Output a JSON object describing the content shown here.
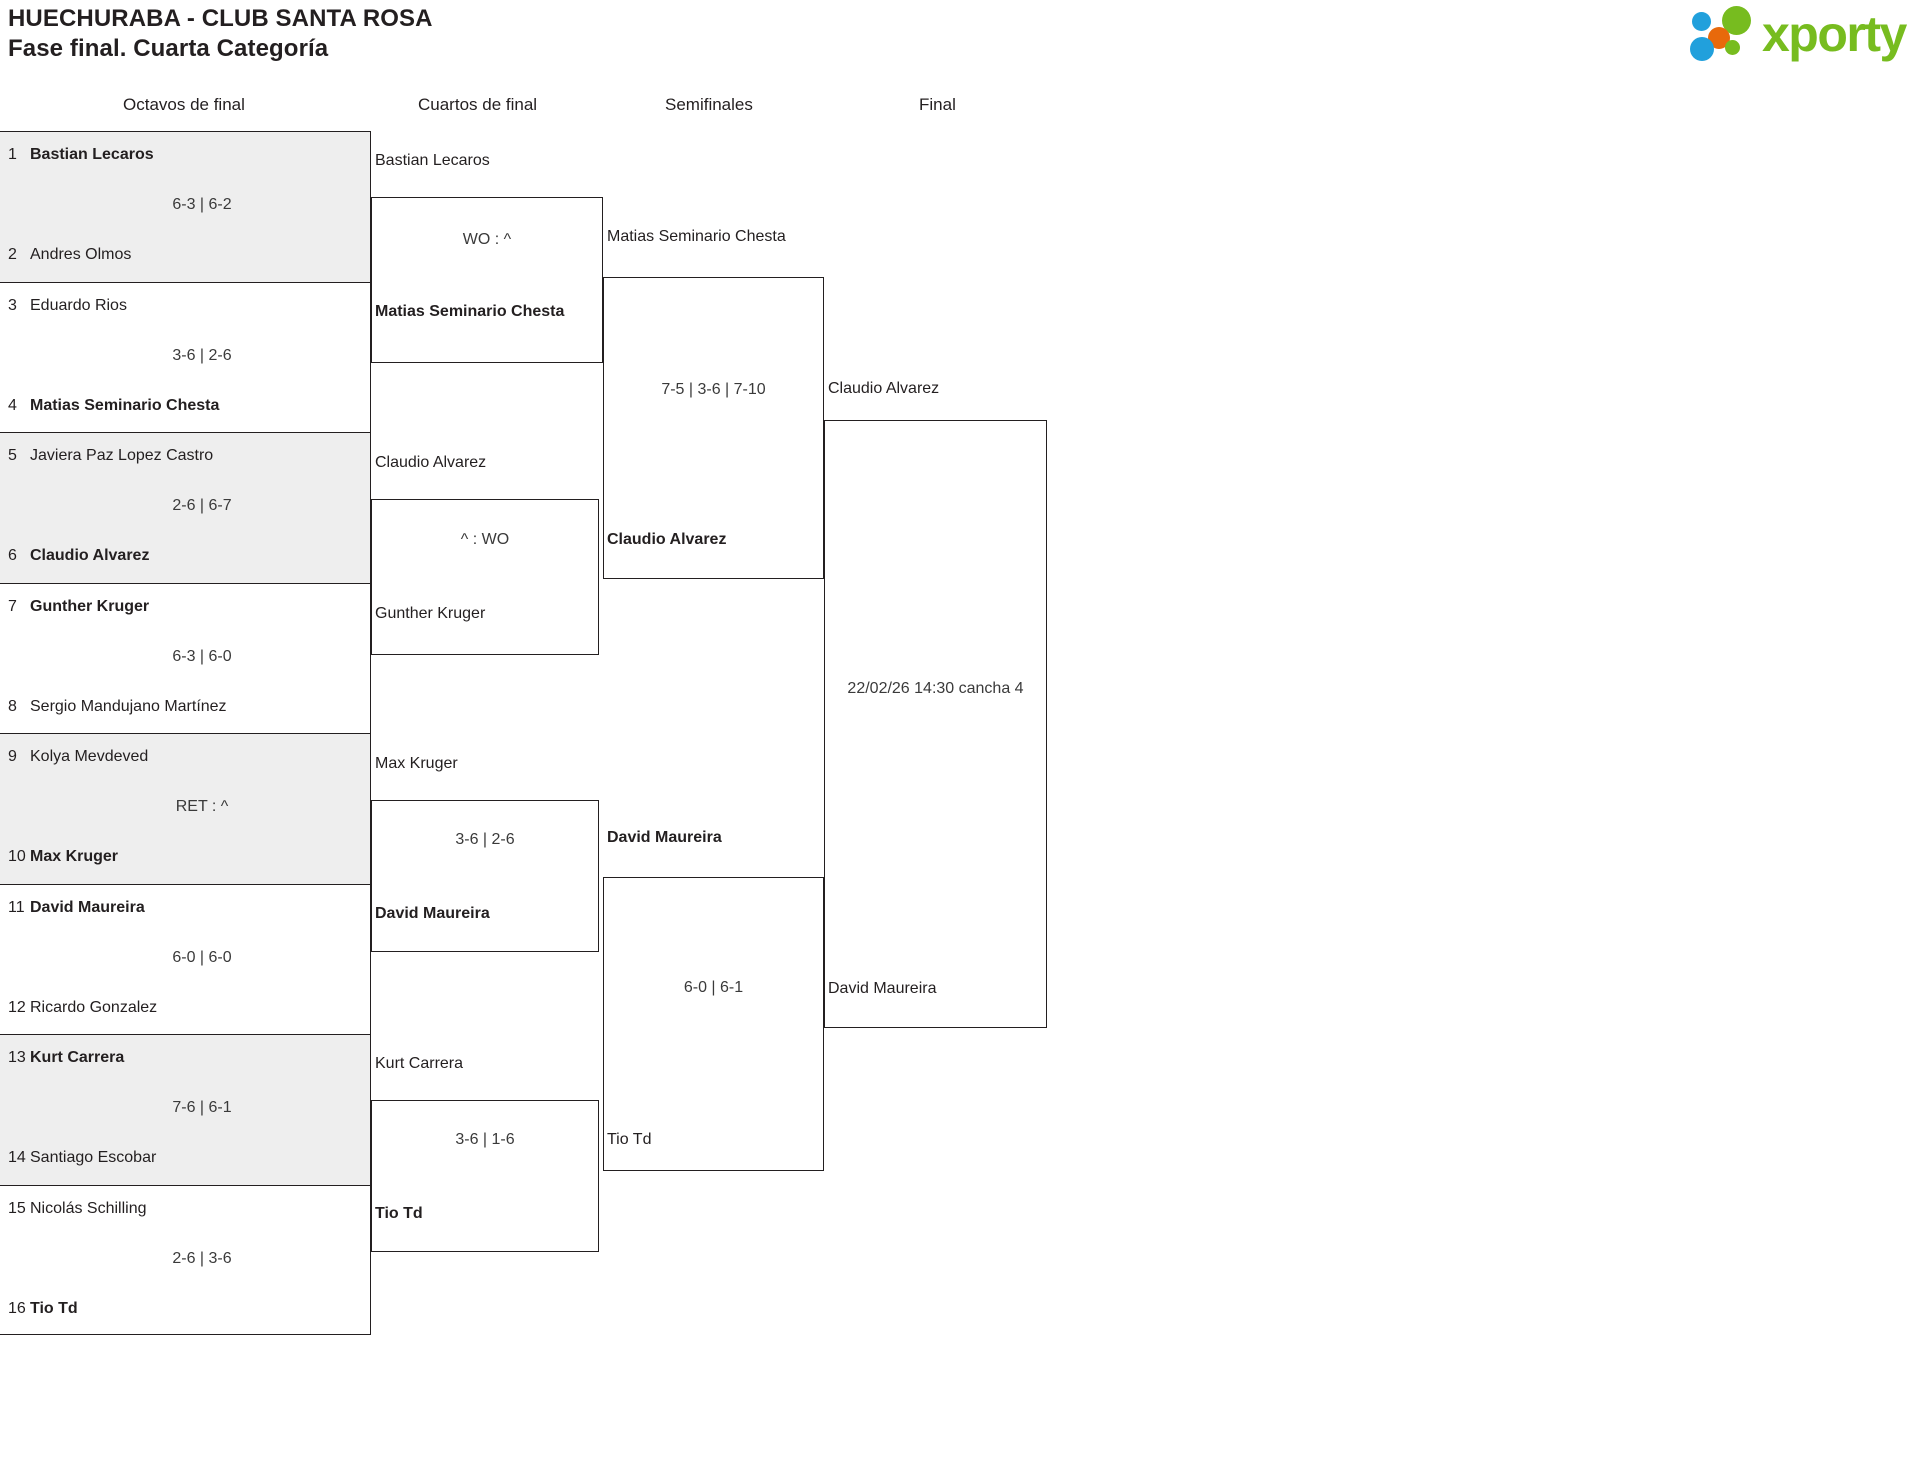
{
  "header": {
    "title_line1": "HUECHURABA - CLUB SANTA ROSA",
    "title_line2": "Fase final. Cuarta Categoría",
    "logo_word": "xporty",
    "logo_colors": {
      "blue": "#21a0dc",
      "orange": "#e8690b",
      "green": "#77bc1f"
    }
  },
  "rounds": [
    {
      "label": "Octavos de final"
    },
    {
      "label": "Cuartos de final"
    },
    {
      "label": "Semifinales"
    },
    {
      "label": "Final"
    }
  ],
  "round1": [
    {
      "seed_top": "1",
      "top": "Bastian Lecaros",
      "top_winner": true,
      "seed_bottom": "2",
      "bottom": "Andres Olmos",
      "bottom_winner": false,
      "score": "6-3 | 6-2",
      "shaded": true
    },
    {
      "seed_top": "3",
      "top": "Eduardo Rios",
      "top_winner": false,
      "seed_bottom": "4",
      "bottom": "Matias Seminario Chesta",
      "bottom_winner": true,
      "score": "3-6 | 2-6",
      "shaded": false
    },
    {
      "seed_top": "5",
      "top": "Javiera Paz Lopez Castro",
      "top_winner": false,
      "seed_bottom": "6",
      "bottom": "Claudio Alvarez",
      "bottom_winner": true,
      "score": "2-6 | 6-7",
      "shaded": true
    },
    {
      "seed_top": "7",
      "top": "Gunther Kruger",
      "top_winner": true,
      "seed_bottom": "8",
      "bottom": "Sergio Mandujano Martínez",
      "bottom_winner": false,
      "score": "6-3 | 6-0",
      "shaded": false
    },
    {
      "seed_top": "9",
      "top": "Kolya Mevdeved",
      "top_winner": false,
      "seed_bottom": "10",
      "bottom": "Max Kruger",
      "bottom_winner": true,
      "score": "RET : ^",
      "shaded": true
    },
    {
      "seed_top": "11",
      "top": "David Maureira",
      "top_winner": true,
      "seed_bottom": "12",
      "bottom": "Ricardo Gonzalez",
      "bottom_winner": false,
      "score": "6-0 | 6-0",
      "shaded": false
    },
    {
      "seed_top": "13",
      "top": "Kurt Carrera",
      "top_winner": true,
      "seed_bottom": "14",
      "bottom": "Santiago Escobar",
      "bottom_winner": false,
      "score": "7-6 | 6-1",
      "shaded": true
    },
    {
      "seed_top": "15",
      "top": "Nicolás Schilling",
      "top_winner": false,
      "seed_bottom": "16",
      "bottom": "Tio Td",
      "bottom_winner": true,
      "score": "2-6 | 3-6",
      "shaded": false
    }
  ],
  "round2": [
    {
      "top": "Bastian Lecaros",
      "top_winner": false,
      "bottom": "Matias Seminario Chesta",
      "bottom_winner": true,
      "score": "WO : ^"
    },
    {
      "top": "Claudio Alvarez",
      "top_winner": false,
      "bottom": "Gunther Kruger",
      "bottom_winner": false,
      "score": "^ : WO"
    },
    {
      "top": "Max Kruger",
      "top_winner": false,
      "bottom": "David Maureira",
      "bottom_winner": true,
      "score": "3-6 | 2-6"
    },
    {
      "top": "Kurt Carrera",
      "top_winner": false,
      "bottom": "Tio Td",
      "bottom_winner": true,
      "score": "3-6 | 1-6"
    }
  ],
  "round3": [
    {
      "top": "Matias Seminario Chesta",
      "top_winner": false,
      "bottom": "Claudio Alvarez",
      "bottom_winner": true,
      "score": "7-5 | 3-6 | 7-10"
    },
    {
      "top": "David Maureira",
      "top_winner": true,
      "bottom": "Tio Td",
      "bottom_winner": false,
      "score": "6-0 | 6-1"
    }
  ],
  "round4": [
    {
      "top": "Claudio Alvarez",
      "top_winner": false,
      "bottom": "David Maureira",
      "bottom_winner": false,
      "score": "22/02/26 14:30 cancha 4"
    }
  ]
}
